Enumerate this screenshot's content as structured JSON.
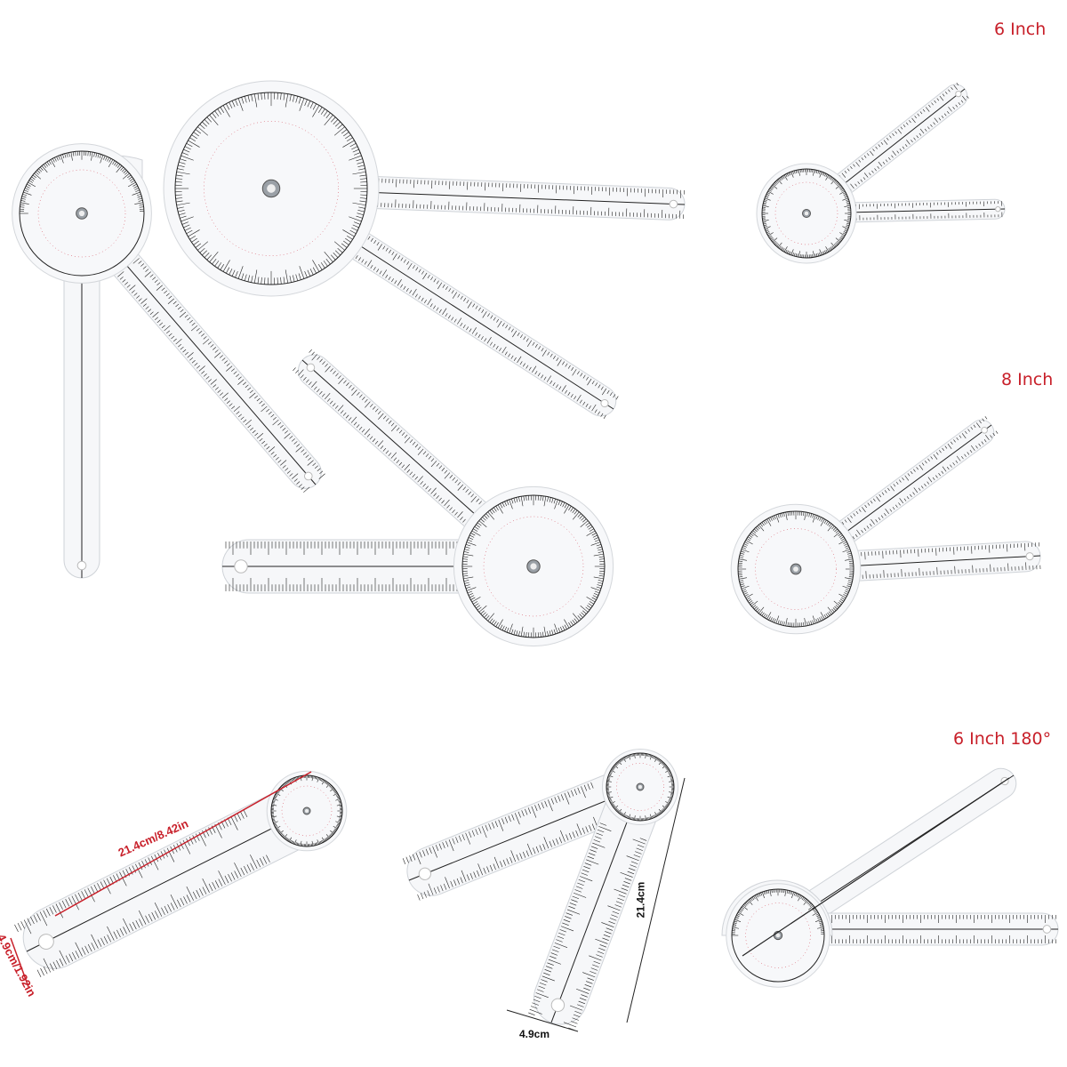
{
  "labels": {
    "six_inch": "6 Inch",
    "eight_inch": "8 Inch",
    "six_inch_180": "6 Inch 180°"
  },
  "dimensions": {
    "finger_length": "21.4cm/8.42in",
    "finger_width": "4.9cm/1.92in",
    "body_length": "21.4cm",
    "body_width": "4.9cm"
  },
  "colors": {
    "label": "#c8202a",
    "ruler_ink": "#222222",
    "dial_red": "#d23a4a"
  }
}
